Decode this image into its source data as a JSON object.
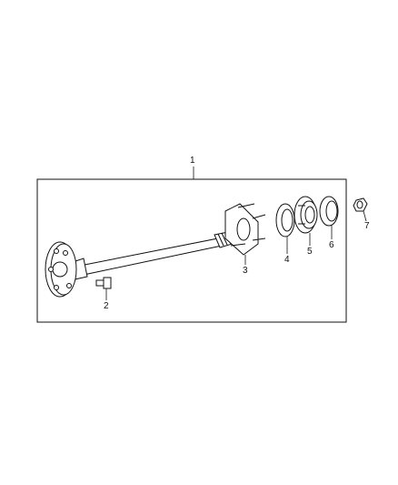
{
  "callouts": {
    "c1": "1",
    "c2": "2",
    "c3": "3",
    "c4": "4",
    "c5": "5",
    "c6": "6",
    "c7": "7"
  },
  "colors": {
    "line": "#111111",
    "background": "#ffffff"
  },
  "parts": [
    {
      "callout": "1",
      "icon": "axle-shaft-assembly-icon"
    },
    {
      "callout": "2",
      "icon": "wheel-stud-icon"
    },
    {
      "callout": "3",
      "icon": "retainer-plate-icon"
    },
    {
      "callout": "4",
      "icon": "seal-icon"
    },
    {
      "callout": "5",
      "icon": "bearing-icon"
    },
    {
      "callout": "6",
      "icon": "bearing-retainer-ring-icon"
    },
    {
      "callout": "7",
      "icon": "nut-icon"
    }
  ]
}
